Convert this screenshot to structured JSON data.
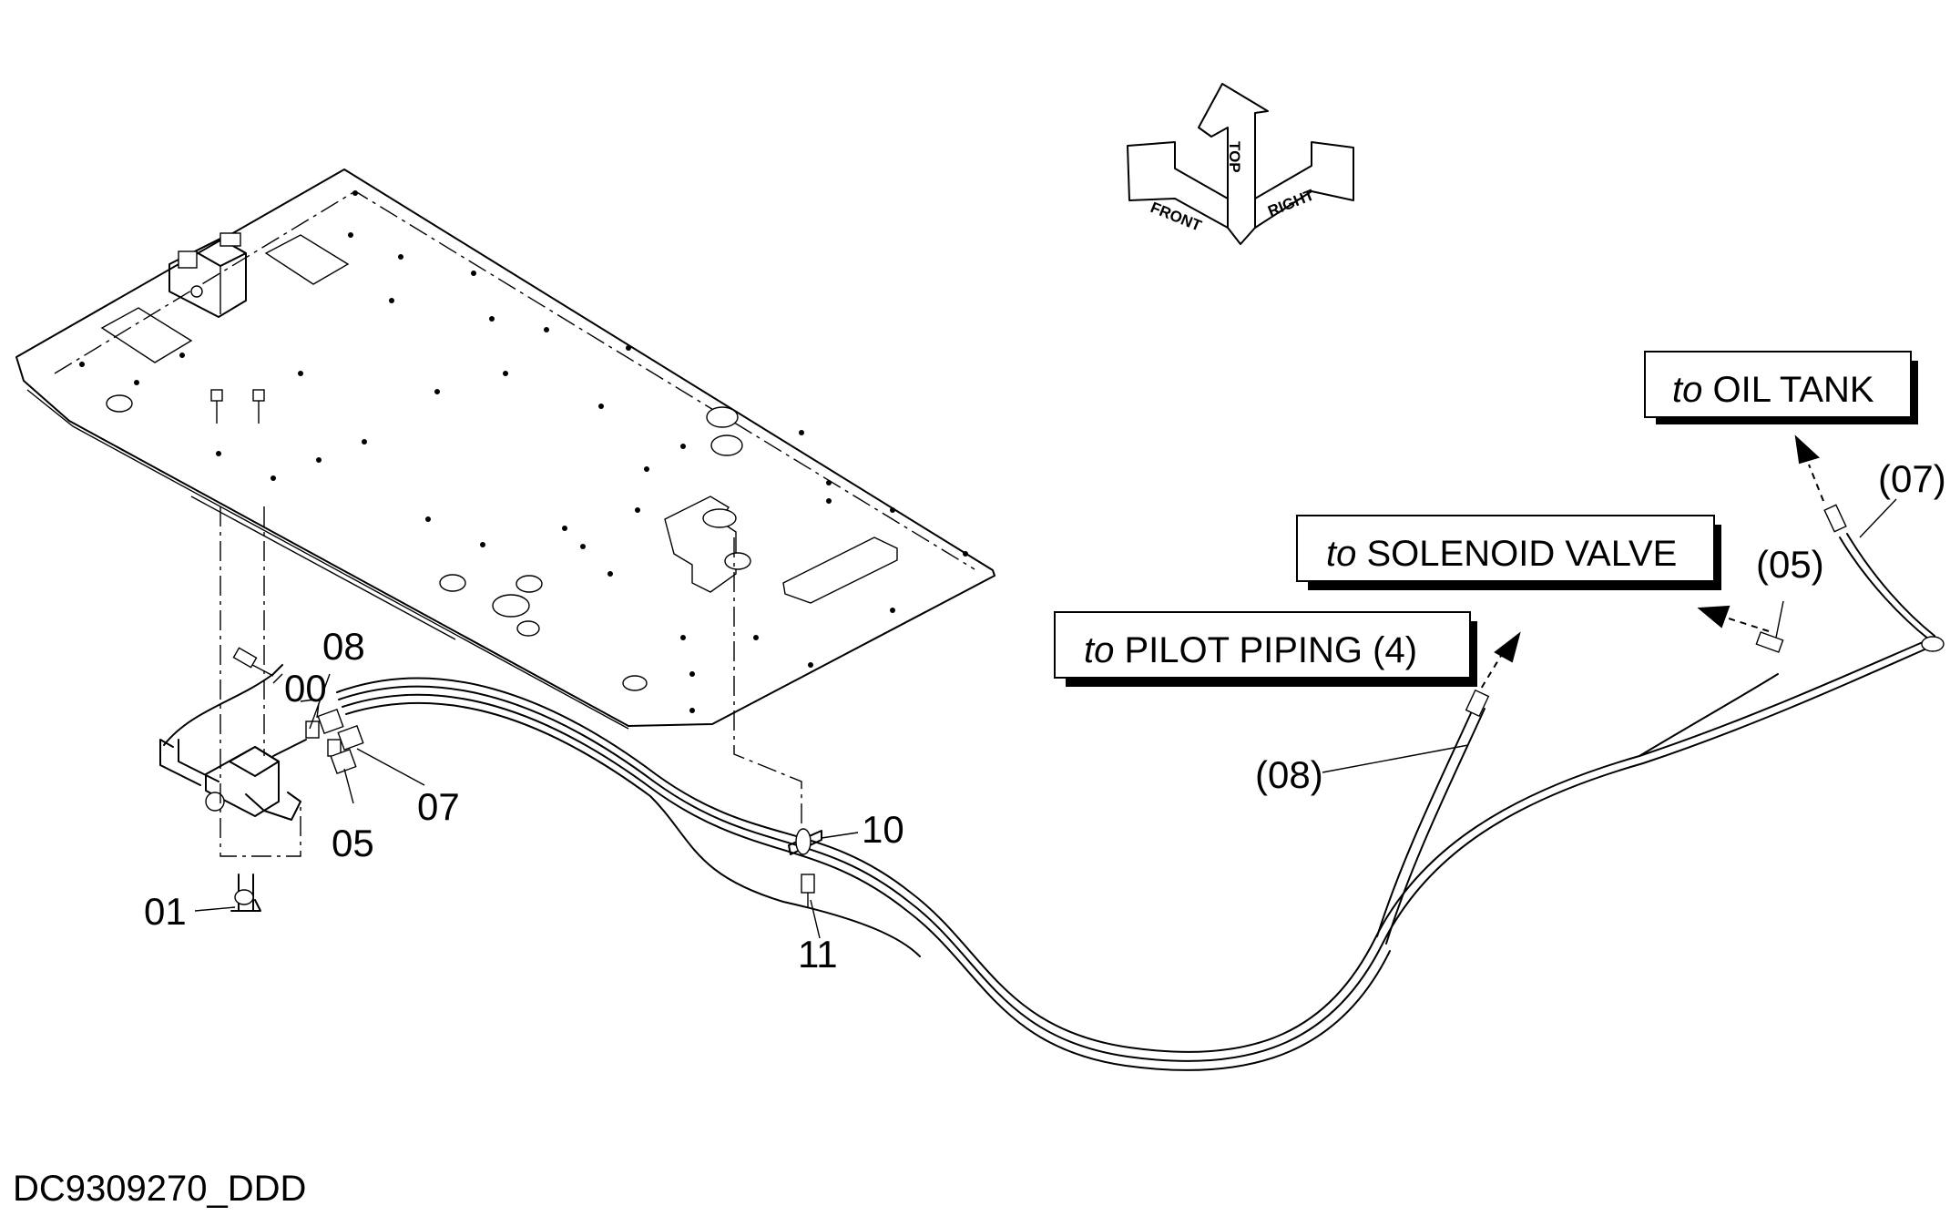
{
  "orientation": {
    "front": "FRONT",
    "top": "TOP",
    "right": "RIGHT"
  },
  "destinations": {
    "oil_tank": {
      "prefix": "to",
      "text": "OIL  TANK"
    },
    "solenoid_valve": {
      "prefix": "to",
      "text": "SOLENOID  VALVE"
    },
    "pilot_piping": {
      "prefix": "to",
      "text": "PILOT  PIPING  (4)"
    }
  },
  "callouts": {
    "c00": "00",
    "c01": "01",
    "c05": "05",
    "c07": "07",
    "c08": "08",
    "c10": "10",
    "c11": "11",
    "p05": "(05)",
    "p07": "(07)",
    "p08": "(08)"
  },
  "drawing_code": "DC9309270_DDD"
}
